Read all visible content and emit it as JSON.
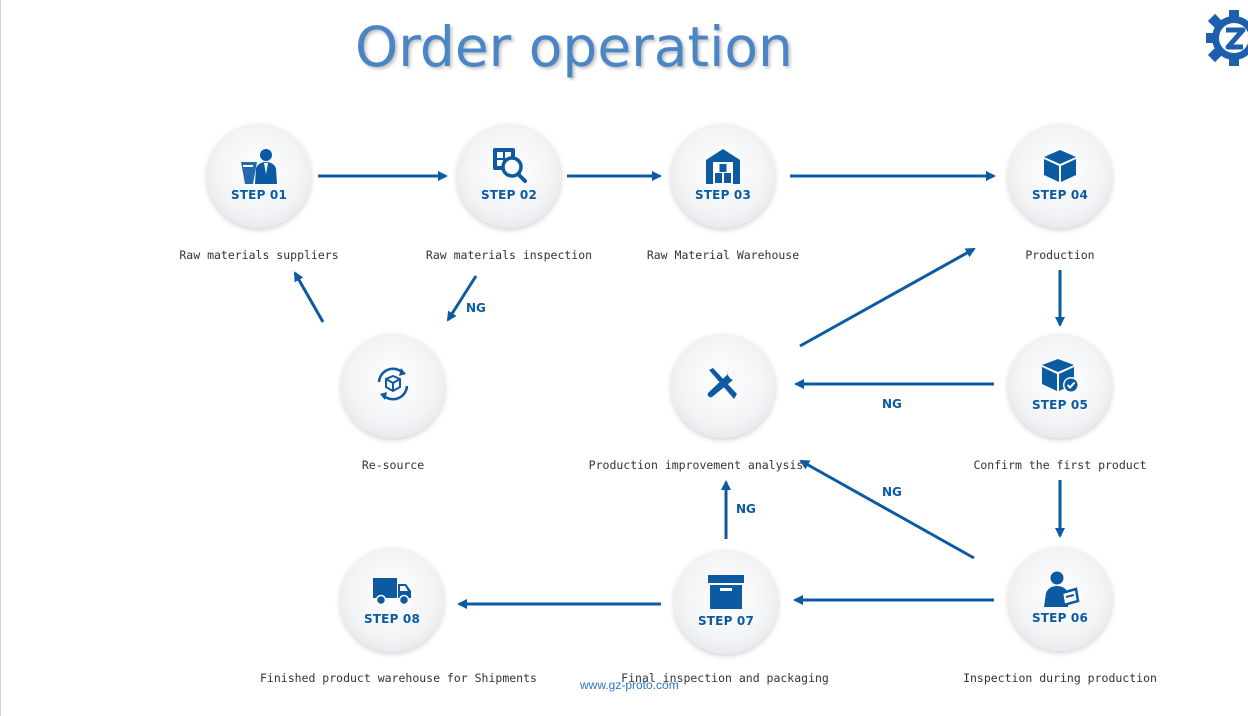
{
  "title": "Order operation",
  "website": "www.gz-proto.com",
  "colors": {
    "accent": "#0b5aa2",
    "title": "#4a86c5",
    "caption": "#333333",
    "node_bg": "#f3f4f6"
  },
  "nodes": {
    "step01": {
      "step": "STEP 01",
      "caption": "Raw materials suppliers",
      "icon": "businessman-icon"
    },
    "step02": {
      "step": "STEP 02",
      "caption": "Raw materials inspection",
      "icon": "magnifier-inspection-icon"
    },
    "step03": {
      "step": "STEP 03",
      "caption": "Raw Material Warehouse",
      "icon": "warehouse-icon"
    },
    "step04": {
      "step": "STEP 04",
      "caption": "Production",
      "icon": "box-icon"
    },
    "step05": {
      "step": "STEP 05",
      "caption": "Confirm the first product",
      "icon": "box-check-icon"
    },
    "step06": {
      "step": "STEP 06",
      "caption": "Inspection during production",
      "icon": "inspector-clipboard-icon"
    },
    "step07": {
      "step": "STEP 07",
      "caption": "Final inspection and packaging",
      "icon": "package-box-icon"
    },
    "step08": {
      "step": "STEP 08",
      "caption": "Finished product warehouse for Shipments",
      "icon": "truck-icon"
    },
    "resource": {
      "caption": "Re-source",
      "icon": "cycle-box-icon"
    },
    "improvement": {
      "caption": "Production improvement analysis",
      "icon": "tools-icon"
    }
  },
  "labels": {
    "ng": "NG"
  }
}
